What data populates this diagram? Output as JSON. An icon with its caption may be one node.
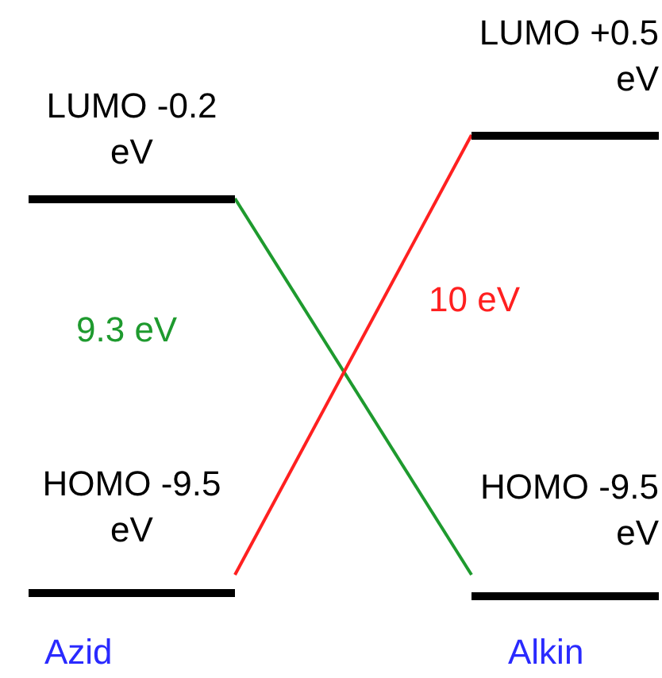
{
  "diagram": {
    "nodes": [
      {
        "text": [
          "LUMO -0.2 eV"
        ]
      },
      {
        "text": [
          "HOMO -9.5 eV"
        ]
      },
      {
        "text": [
          "LUMO +0.5 eV"
        ]
      },
      {
        "text": [
          "HOMO -9.5 eV"
        ]
      }
    ],
    "edges": [
      {
        "from": 0,
        "to": 3,
        "arrow": "none",
        "label": "9.3 eV",
        "color": "#1e9a2e"
      },
      {
        "from": 1,
        "to": 2,
        "arrow": "none",
        "label": "10 eV",
        "color": "#ff2020"
      }
    ],
    "labels": [
      "Azid",
      "Alkin"
    ]
  }
}
